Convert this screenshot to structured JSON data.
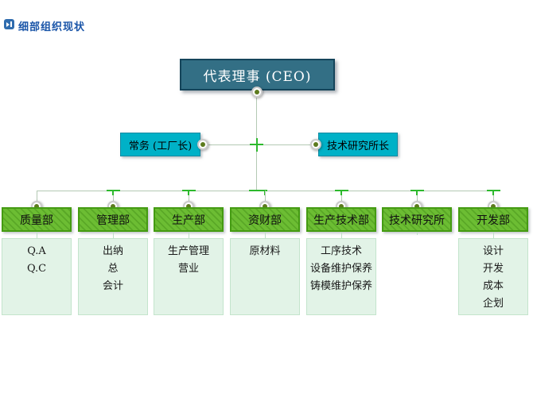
{
  "header": {
    "title": "细部组织现状",
    "icon": "step-forward-icon"
  },
  "chart": {
    "root": {
      "label": "代表理事 (CEO)"
    },
    "level2": [
      {
        "label": "常务 (工厂长)"
      },
      {
        "label": "技术研究所长"
      }
    ],
    "departments": [
      {
        "label": "质量部",
        "members": [
          "Q.A",
          "Q.C"
        ]
      },
      {
        "label": "管理部",
        "members": [
          "出纳",
          "总",
          "会计"
        ]
      },
      {
        "label": "生产部",
        "members": [
          "生产管理",
          "营业"
        ]
      },
      {
        "label": "资财部",
        "members": [
          "原材料"
        ]
      },
      {
        "label": "生产技术部",
        "members": [
          "工序技术",
          "设备维护保养",
          "铸模维护保养"
        ]
      },
      {
        "label": "技术研究所",
        "members": []
      },
      {
        "label": "开发部",
        "members": [
          "设计",
          "开发",
          "成本",
          "企划"
        ]
      }
    ]
  },
  "colors": {
    "title_blue": "#1a55a8",
    "ceo_fill": "#336f85",
    "ceo_border": "#14445a",
    "level2_fill": "#00b1c7",
    "level2_border": "#0b8aa2",
    "dept_fill": "#6cbd33",
    "dept_stripe": "#5aa827",
    "dept_border": "#449b12",
    "members_fill": "#e2f3e7",
    "members_border": "#c3e4cc",
    "connector_line": "#b4c9b4",
    "junction_green": "#2db92d",
    "dot_olive": "#5d7b1e"
  }
}
